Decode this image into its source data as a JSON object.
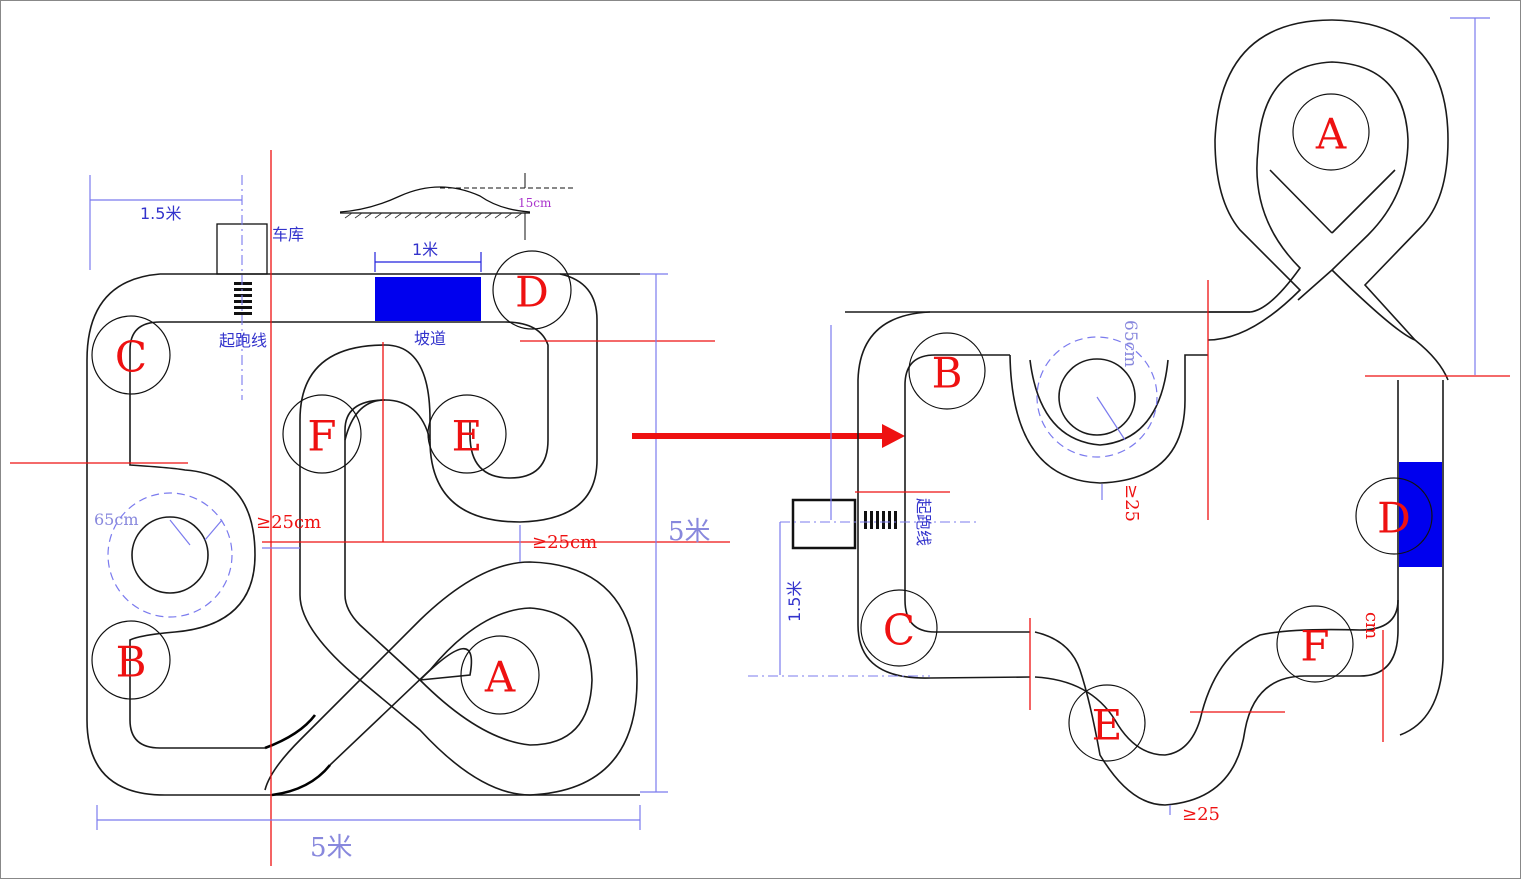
{
  "left_map": {
    "labels": {
      "dim_width_top": "1.5米",
      "garage": "车库",
      "ramp_width": "1米",
      "ramp_height": "15cm",
      "start_line": "起跑线",
      "ramp": "坡道",
      "radius": "65cm",
      "gap_left": "≥25cm",
      "gap_right": "≥25cm",
      "height_total": "5米",
      "width_total": "5米"
    },
    "markers": [
      "A",
      "B",
      "C",
      "D",
      "E",
      "F"
    ]
  },
  "right_map": {
    "labels": {
      "radius": "65cm",
      "start_line": "起跑线",
      "dim_left": "1.5米",
      "gap_small": "≥25",
      "gap_bottom": "≥25",
      "small_cm": "cm"
    },
    "markers": [
      "A",
      "B",
      "C",
      "D",
      "E",
      "F"
    ]
  },
  "colors": {
    "track": "#1a1a1a",
    "marker_text": "#ee1111",
    "ramp": "#0000ee",
    "dimension": "#7b7bee",
    "arrow": "#ee1111"
  }
}
